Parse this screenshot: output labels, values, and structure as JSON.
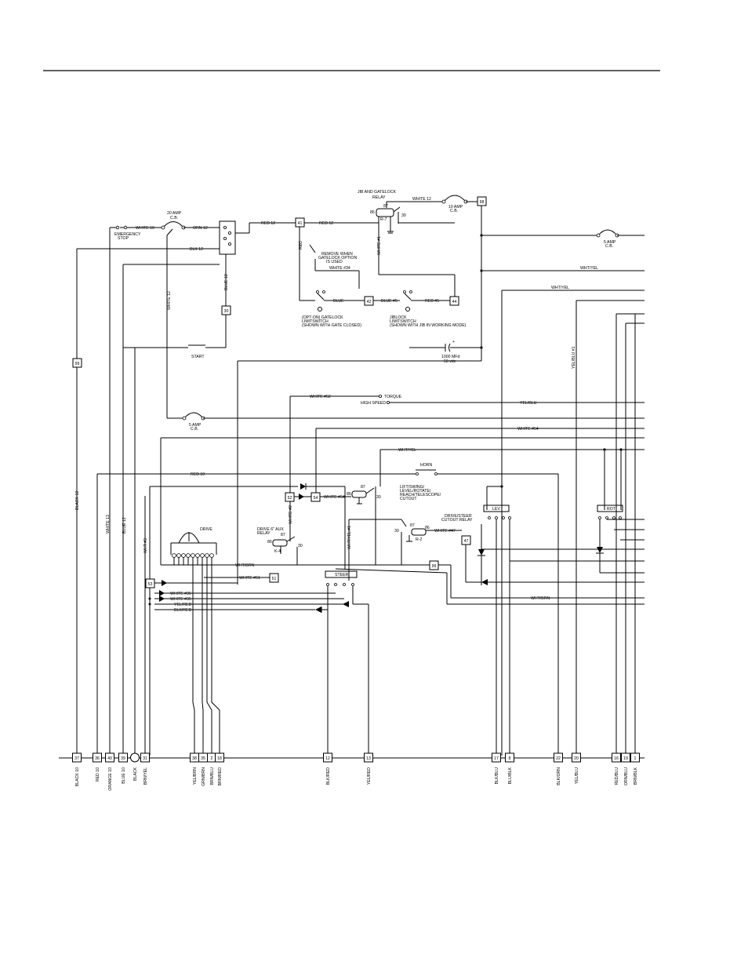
{
  "labels": {
    "jib_relay": "JIB AND GATELOCK",
    "relay": "RELAY",
    "white12_top": "WHITE 12",
    "amp10": "10 AMP",
    "cb": "C.B.",
    "box_top": "98",
    "amp20": "20 AMP",
    "white10": "WHITE 10",
    "orn12": "ORN 12",
    "red12": "RED 12",
    "blk12": "BLK 12",
    "emergency_stop": "EMERGENCY",
    "stop": "STOP",
    "box41": "41",
    "red_vert": "RED",
    "remove_when": "REMOVE WHEN",
    "gatelock_option": "GATELOCK OPTION",
    "is_used": "IS USED",
    "white34_top": "WHITE #34",
    "white1_vert": "WHITE #1",
    "amp5_right": "5 AMP",
    "wht_yel_1": "WHT/YEL",
    "wht_yel_2": "WHT/YEL",
    "blue12_vert": "BLUE 12",
    "white12_vert": "WHITE 12",
    "box30": "30",
    "blue": "BLUE",
    "box42": "42",
    "blue5": "BLUE #5",
    "red5": "RED #5",
    "box44": "44",
    "opt_gatelock": "(OPT-ON) GATELOCK",
    "limitswitch": "LIMITSWITCH",
    "gate_closed": "(SHOWN WITH GATE CLOSED)",
    "jiblock": "JIBLOCK",
    "limitswitch2": "LIMITSWITCH",
    "jib_working": "(SHOWN WITH JIB IN WORKING MODE)",
    "start": "START",
    "cap": "1000 MFd",
    "cap2": "50 vdc",
    "box99": "99",
    "yel_blu_vert": "YEL/BLU #1",
    "white52": "WHITE #52",
    "torque": "TORQUE",
    "high_speed": "HIGH SPEED",
    "yel_blu": "YEL/BLU",
    "amp5": "5 AMP",
    "white54": "WHITE #54",
    "wht_yel_3": "WHT/YEL",
    "horn": "HORN",
    "red10": "RED 10",
    "box52": "52",
    "box54": "54",
    "white54b": "WHITE #54",
    "lift_swing": "LIFT/SWING/",
    "level_rotate": "LEVEL/ROTATE/",
    "reach_tele": "REACH/TELESCOPE/",
    "cutout": "CUTOUT",
    "lev": "LEV",
    "rot": "ROT",
    "drive_steer": "DRIVE/STEER",
    "cutout_relay": "CUTOUT RELAY",
    "r2": "R-2",
    "white47": "WHITE #47",
    "box47": "47",
    "drive": "DRIVE",
    "drive_aux": "DRIVE 6\" AUX",
    "relay2": "RELAY",
    "white2_vert": "WHITE #2",
    "wht_yel_vert": "WHT/YEL #1",
    "wht_brn": "WHT/BRN",
    "box53": "53",
    "white51": "WHITE #51",
    "box51": "51",
    "steer": "STEER",
    "box99b": "99",
    "white36": "WHITE #36",
    "white35": "WHITE #35",
    "yel_red": "YEL/RED",
    "blk_red": "BLK/RED",
    "wht_brn2": "WHT/BRN",
    "black12_vert": "BLACK 12",
    "white13_vert": "WHITE 13",
    "blue12b_vert": "BLUE 12",
    "wht3_vert": "WHT #3"
  },
  "terminals": [
    {
      "num": "37",
      "wire": "BLACK 10"
    },
    {
      "num": "36",
      "wire": "RED 10"
    },
    {
      "num": "40",
      "wire": "ORANGE 10"
    },
    {
      "num": "39",
      "wire": "BLUE 10"
    },
    {
      "num": "",
      "wire": "BLACK"
    },
    {
      "num": "31",
      "wire": "BRN/YEL"
    },
    {
      "num": "38",
      "wire": "YEL/BRN"
    },
    {
      "num": "35",
      "wire": "GRN/BRN"
    },
    {
      "num": "2",
      "wire": "BRN/BLU"
    },
    {
      "num": "18",
      "wire": "BRN/RED"
    },
    {
      "num": "12",
      "wire": "BLK/RED"
    },
    {
      "num": "13",
      "wire": "YEL/RED"
    },
    {
      "num": "17",
      "wire": "BLK/BLU"
    },
    {
      "num": "8",
      "wire": "BLU/BLK"
    },
    {
      "num": "22",
      "wire": "BLK/ORN"
    },
    {
      "num": "20",
      "wire": "YEL/BLU"
    },
    {
      "num": "16",
      "wire": "RED/BLU"
    },
    {
      "num": "19",
      "wire": "ORN/BLU"
    },
    {
      "num": "1",
      "wire": "BRN/BLK"
    }
  ],
  "relay_pins": {
    "p86": "86",
    "p87": "87",
    "p30": "30",
    "r7": "R-7",
    "k4": "K-4"
  }
}
